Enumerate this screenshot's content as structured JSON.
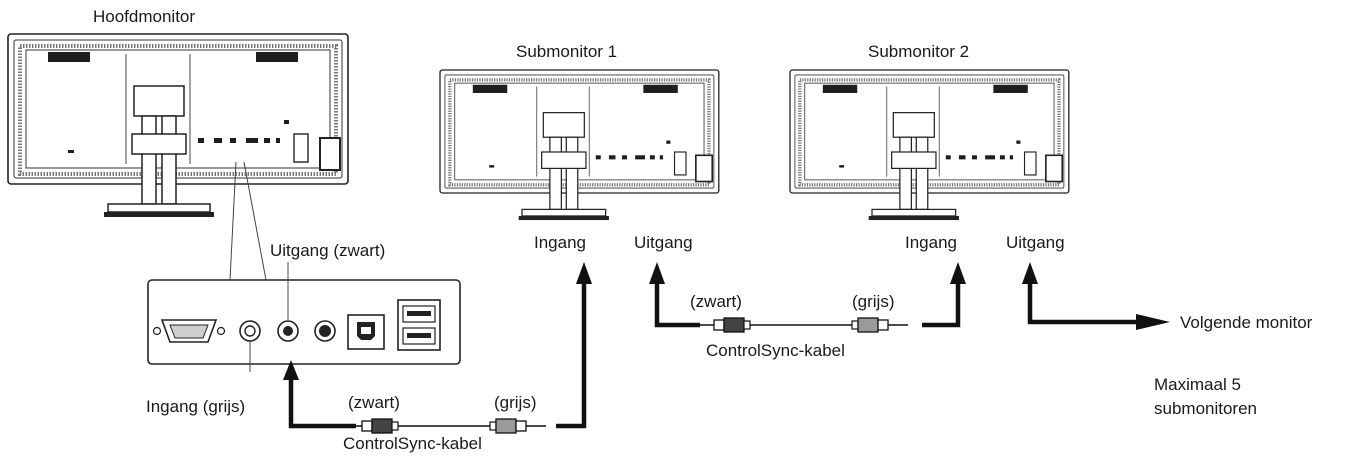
{
  "main_monitor": {
    "title": "Hoofdmonitor"
  },
  "sub_monitors": [
    {
      "title": "Submonitor 1",
      "input_label": "Ingang",
      "output_label": "Uitgang"
    },
    {
      "title": "Submonitor 2",
      "input_label": "Ingang",
      "output_label": "Uitgang"
    }
  ],
  "port_panel": {
    "output_label": "Uitgang (zwart)",
    "input_label": "Ingang (grijs)"
  },
  "cables": [
    {
      "black_label": "(zwart)",
      "gray_label": "(grijs)",
      "name": "ControlSync-kabel"
    },
    {
      "black_label": "(zwart)",
      "gray_label": "(grijs)",
      "name": "ControlSync-kabel"
    }
  ],
  "next_monitor_label": "Volgende monitor",
  "note": {
    "line1": "Maximaal 5",
    "line2": "submonitoren"
  }
}
